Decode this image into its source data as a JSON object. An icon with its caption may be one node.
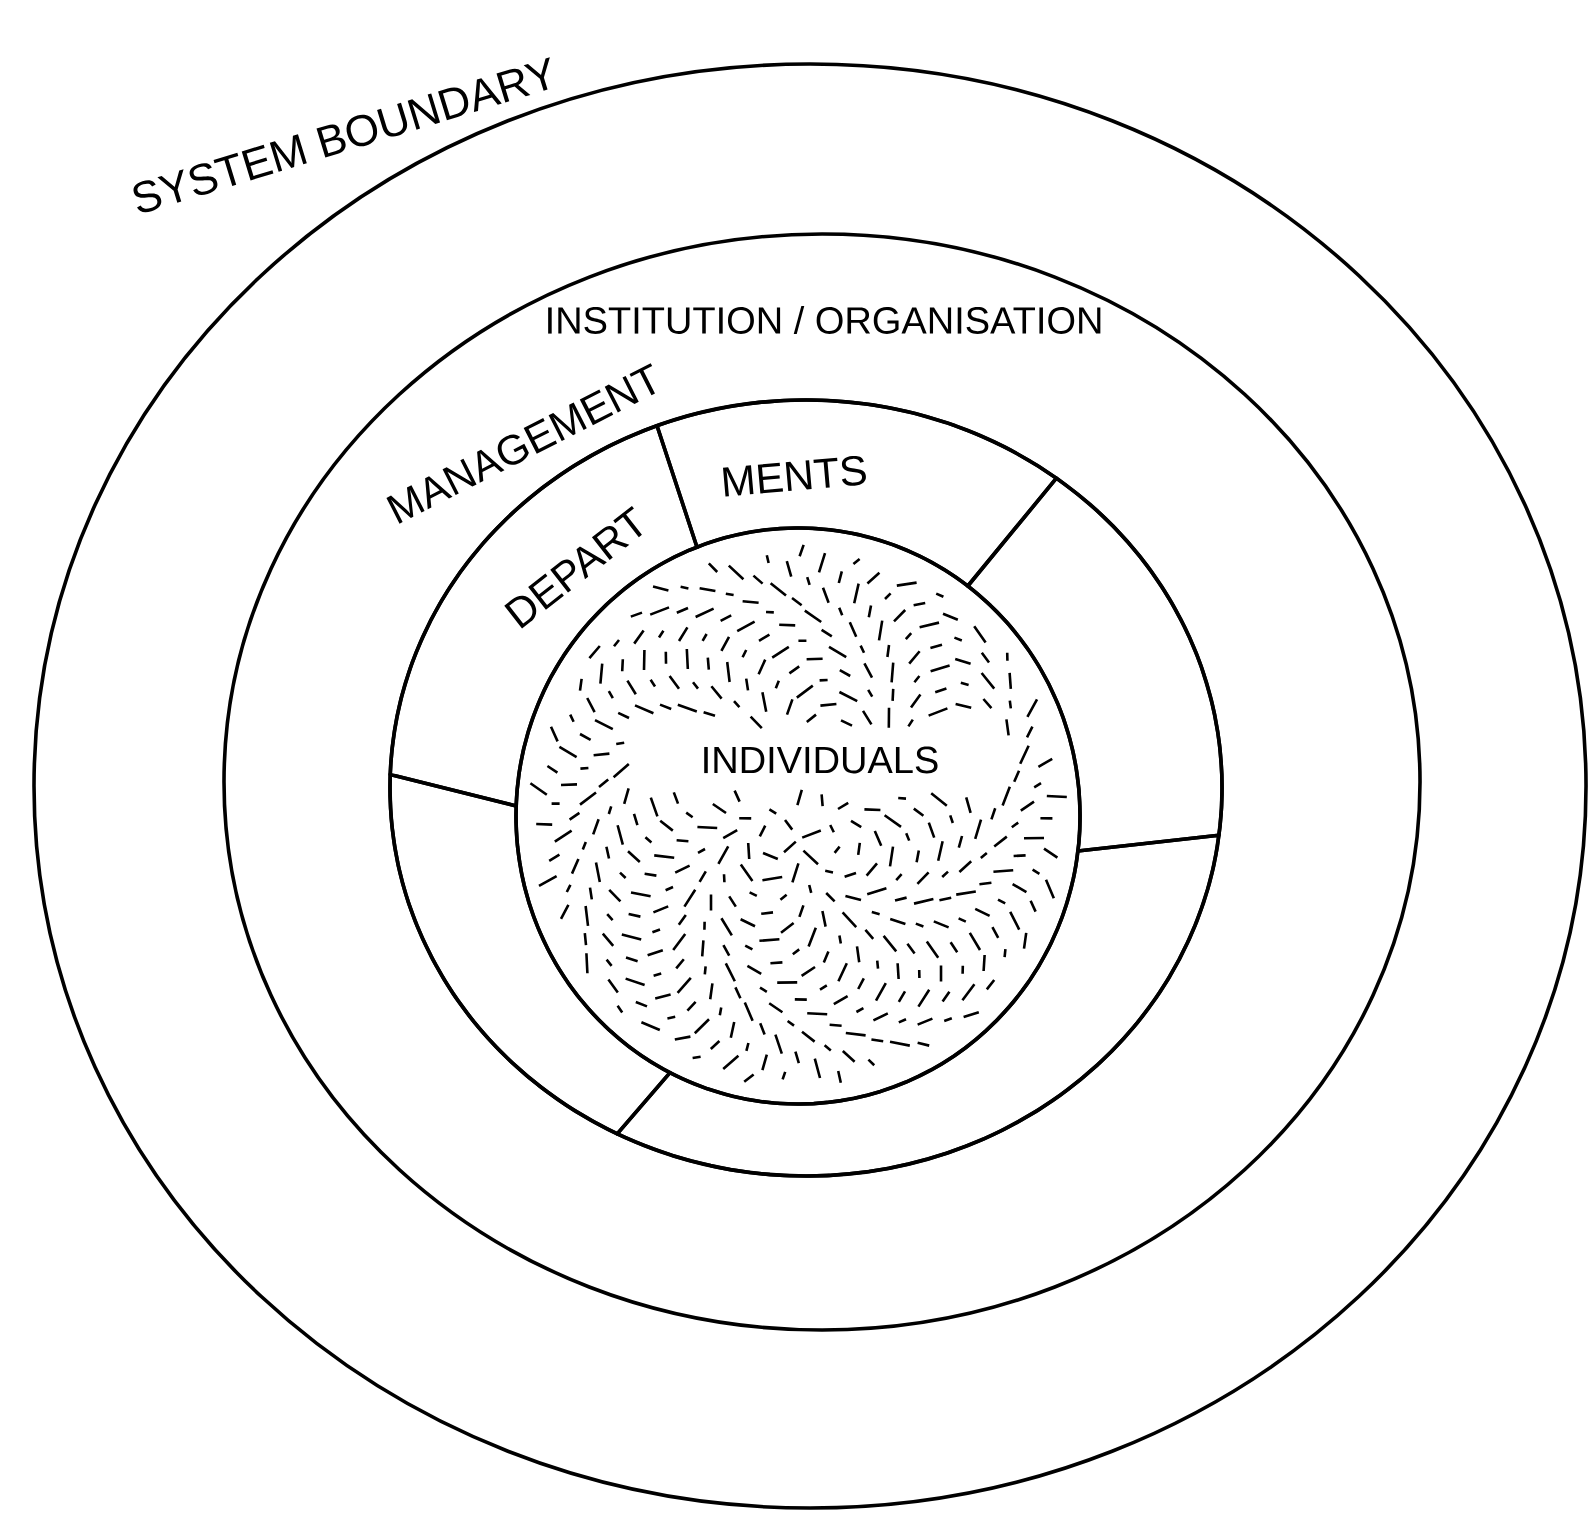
{
  "diagram": {
    "nodes": [
      {
        "text": [
          "SYSTEM BOUNDARY"
        ]
      },
      {
        "text": [
          "INSTITUTION / ORGANISATION"
        ],
        "in": 0
      },
      {
        "text": [
          "MANAGEMENT"
        ],
        "in": 1
      },
      {
        "text": [
          "DEPART"
        ],
        "in": 2
      },
      {
        "text": [
          "MENTS"
        ],
        "in": 2
      },
      {
        "text": [],
        "shape": "sector",
        "in": 2
      },
      {
        "text": [],
        "shape": "sector",
        "in": 2
      },
      {
        "text": [],
        "shape": "sector",
        "in": 2
      },
      {
        "text": [
          "INDIVIDUALS"
        ],
        "in": 2
      }
    ]
  }
}
